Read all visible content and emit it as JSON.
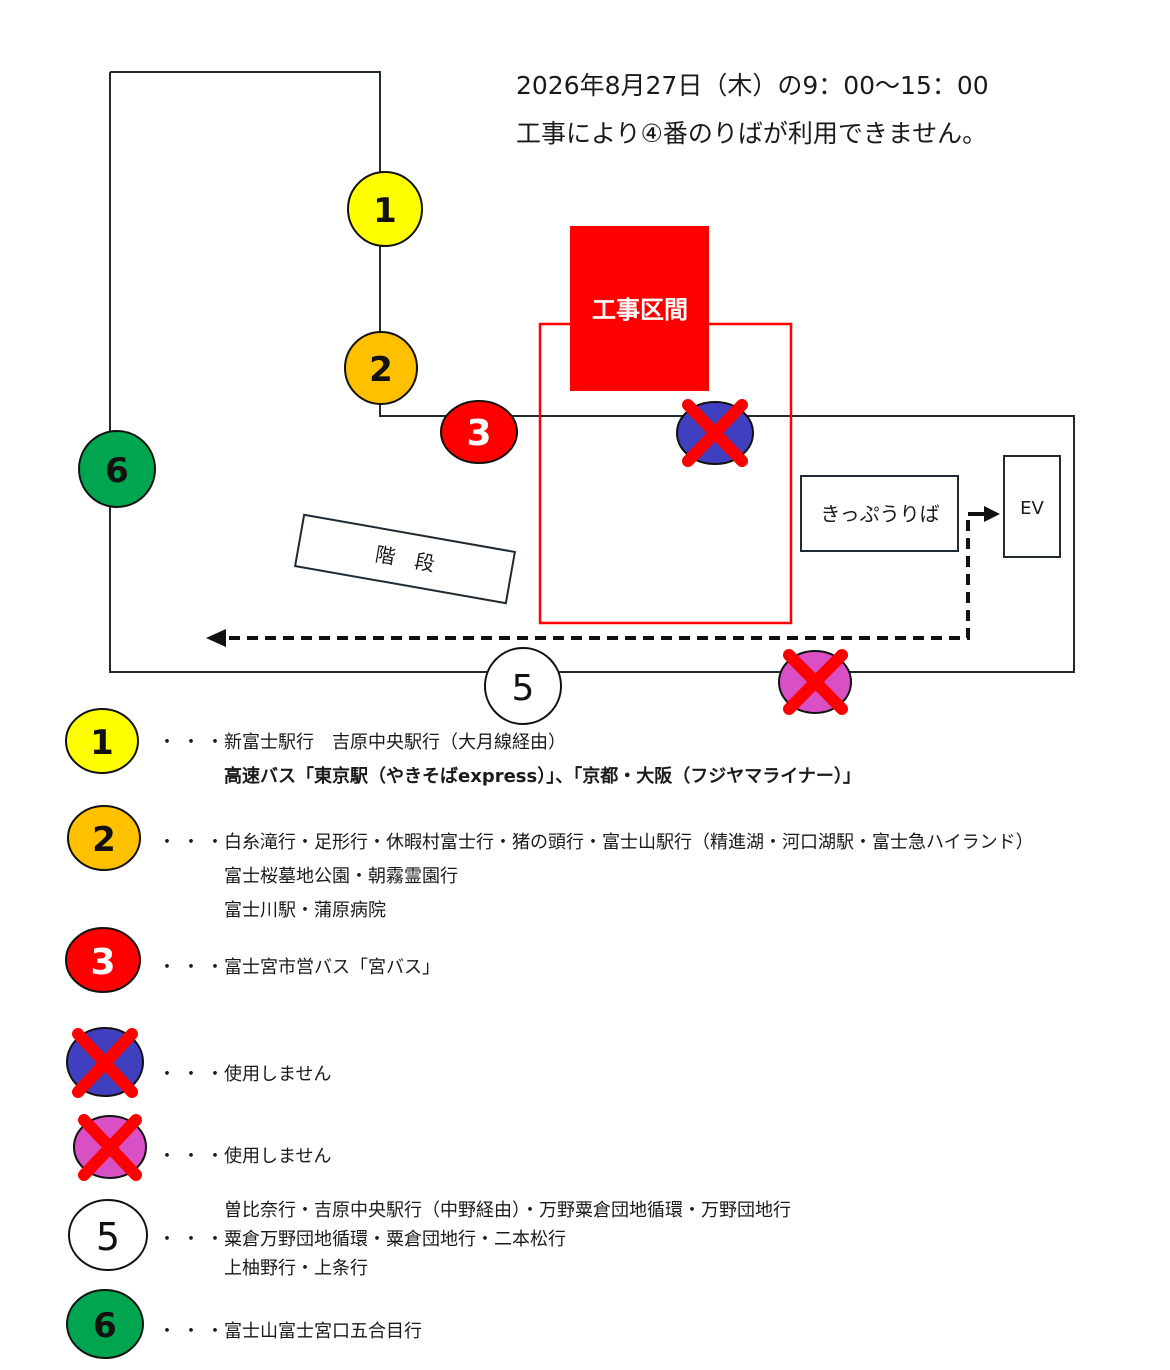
{
  "notice": {
    "line1": "2026年8月27日（木）の9：00〜15：00",
    "line2": "工事により④番のりばが利用できません。"
  },
  "map": {
    "construction_label": "工事区間",
    "stairs_label": "階　段",
    "ticket_label": "きっぷうりば",
    "ev_label": "EV",
    "colors": {
      "line": "#1f2a33",
      "construction": "#ff0000",
      "stop1": "#ffff00",
      "stop2": "#ffc000",
      "stop3": "#ff0000",
      "stop4_blue": "#3f3fbf",
      "stop_pink": "#d94fc4",
      "stop6": "#00a550",
      "cross": "#ff0000"
    }
  },
  "stops": {
    "s1": "1",
    "s2": "2",
    "s3": "3",
    "s5": "5",
    "s6": "6"
  },
  "legend": {
    "dots": "・・・",
    "s1_line1": "新富士駅行　吉原中央駅行（大月線経由）",
    "s1_line2": "高速バス「東京駅（やきそばexpress）」、「京都・大阪（フジヤマライナー）」",
    "s2_line1": "白糸滝行・足形行・休暇村富士行・猪の頭行・富士山駅行（精進湖・河口湖駅・富士急ハイランド）",
    "s2_line2": "富士桜墓地公園・朝霧霊園行",
    "s2_line3": "富士川駅・蒲原病院",
    "s3_line1": "富士宮市営バス「宮バス」",
    "x4_line1": "使用しません",
    "xp_line1": "使用しません",
    "s5_line1": "曽比奈行・吉原中央駅行（中野経由）・万野粟倉団地循環・万野団地行",
    "s5_line2": "粟倉万野団地循環・粟倉団地行・二本松行",
    "s5_line3": "上柚野行・上条行",
    "s6_line1": "富士山富士宮口五合目行"
  }
}
